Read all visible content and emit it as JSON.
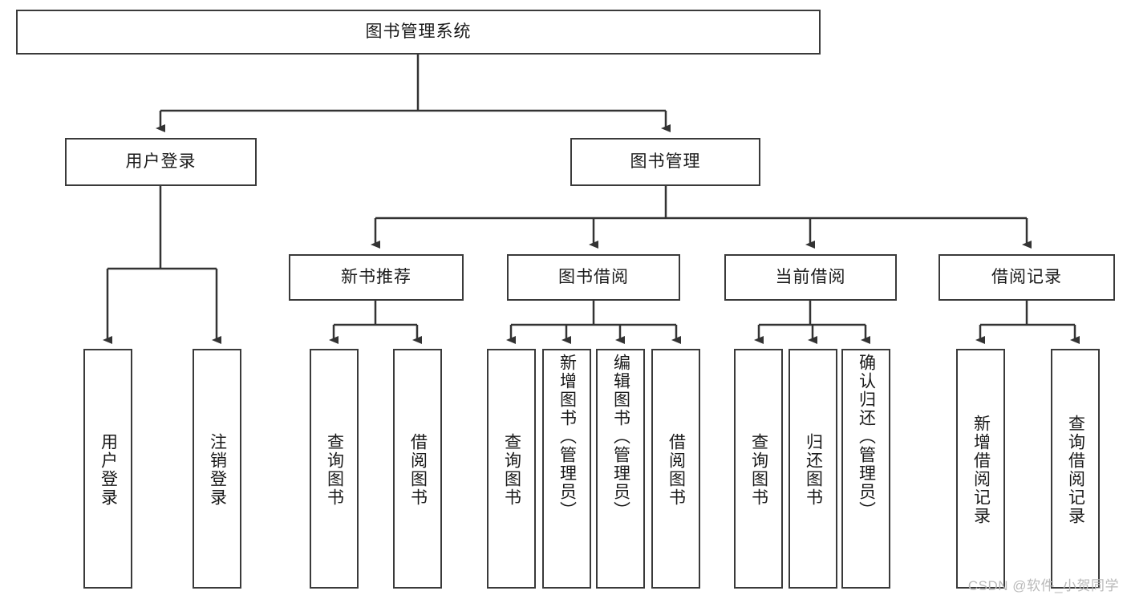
{
  "diagram": {
    "type": "tree-hierarchy",
    "title": "图书管理系统",
    "root": {
      "label": "图书管理系统"
    },
    "level2": [
      {
        "label": "用户登录"
      },
      {
        "label": "图书管理"
      }
    ],
    "level3": [
      {
        "label": "新书推荐"
      },
      {
        "label": "图书借阅"
      },
      {
        "label": "当前借阅"
      },
      {
        "label": "借阅记录"
      }
    ],
    "leaves": {
      "user_login": [
        {
          "label": "用户登录"
        },
        {
          "label": "注销登录"
        }
      ],
      "new_book_recommend": [
        {
          "label": "查询图书"
        },
        {
          "label": "借阅图书"
        }
      ],
      "book_borrow": [
        {
          "label": "查询图书"
        },
        {
          "label": "新增图书（管理员）"
        },
        {
          "label": "编辑图书（管理员）"
        },
        {
          "label": "借阅图书"
        }
      ],
      "current_borrow": [
        {
          "label": "查询图书"
        },
        {
          "label": "归还图书"
        },
        {
          "label": "确认归还（管理员）"
        }
      ],
      "borrow_record": [
        {
          "label": "新增借阅记录"
        },
        {
          "label": "查询借阅记录"
        }
      ]
    }
  },
  "watermark": {
    "text": "CSDN @软件_小贺同学"
  },
  "colors": {
    "box_border": "#3a3a3a",
    "box_fill": "#ffffff",
    "line": "#333333",
    "text": "#1a1a1a",
    "watermark": "#b9b9b9"
  }
}
